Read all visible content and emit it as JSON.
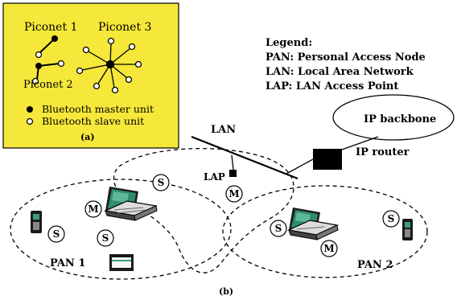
{
  "colors": {
    "inset_background": "#f5e83a",
    "inset_border": "#000000",
    "laptop_screen": "#2e8c6e",
    "laptop_screen_highlight": "#7fd4b4",
    "device_green": "#3aa07a",
    "ink": "#000000",
    "paper": "#ffffff"
  },
  "inset": {
    "piconet1": "Piconet 1",
    "piconet3": "Piconet 3",
    "piconet2": "Piconet 2",
    "master_legend": "Bluetooth master unit",
    "slave_legend": "Bluetooth slave unit",
    "caption": "(a)"
  },
  "legend": {
    "title": "Legend:",
    "pan": "PAN: Personal Access Node",
    "lan": "LAN: Local Area Network",
    "lap": "LAP: LAN Access Point"
  },
  "network": {
    "ip_backbone": "IP backbone",
    "ip_router": "IP router",
    "lan": "LAN",
    "lap": "LAP",
    "pan1": "PAN 1",
    "pan2": "PAN 2",
    "master": "M",
    "slave": "S",
    "caption": "(b)"
  },
  "icons": [
    "laptop-icon",
    "phone-icon",
    "tablet-icon",
    "router-icon",
    "access-point-icon"
  ]
}
